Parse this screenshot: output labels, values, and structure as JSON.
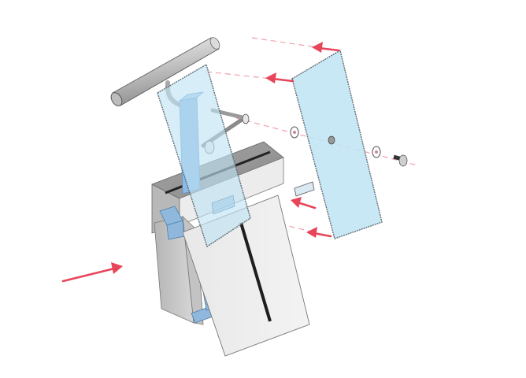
{
  "diagram": {
    "type": "exploded-assembly-illustration",
    "description": "Exploded isometric view of a glass balustrade post with handrail, two glass panels, clamp hardware and cladding box",
    "colors": {
      "background": "#ffffff",
      "arrow": "#e8445a",
      "guide_line": "#f0a0ad",
      "glass": "#bfe4f5",
      "glass_edge": "#6a7a80",
      "metal_light": "#e6e6e6",
      "metal_mid": "#c8c8c8",
      "metal_dark": "#9c9c9c",
      "bracket_blue": "#8fb8dc",
      "seam": "#222222"
    },
    "components": [
      {
        "id": "handrail",
        "label": "Round handrail tube"
      },
      {
        "id": "rail-stem",
        "label": "Handrail support stem"
      },
      {
        "id": "inner-glass-panel",
        "label": "Inner glass panel (mounted)"
      },
      {
        "id": "outer-glass-panel",
        "label": "Outer glass panel (exploded)"
      },
      {
        "id": "post-column",
        "label": "Blue square post"
      },
      {
        "id": "clamp-pin",
        "label": "Clamp pin with cap"
      },
      {
        "id": "washer-1",
        "label": "Washer"
      },
      {
        "id": "glass-spacer",
        "label": "Glass spacer nut"
      },
      {
        "id": "washer-2",
        "label": "Washer"
      },
      {
        "id": "screw",
        "label": "Cap screw"
      },
      {
        "id": "cover-plate",
        "label": "Small cover strip"
      },
      {
        "id": "cladding-box",
        "label": "Cladding housing"
      },
      {
        "id": "front-cladding",
        "label": "Front cladding plate"
      },
      {
        "id": "base-bracket",
        "label": "Blue mounting brackets"
      }
    ],
    "arrows": [
      {
        "id": "arrow-top",
        "direction": "left",
        "note": "outer panel top edge slides toward post"
      },
      {
        "id": "arrow-upper-mid",
        "direction": "left",
        "note": "outer panel top-left corner"
      },
      {
        "id": "arrow-strip",
        "direction": "left",
        "note": "cover strip insertion"
      },
      {
        "id": "arrow-lower",
        "direction": "left",
        "note": "outer panel bottom edge"
      },
      {
        "id": "arrow-front",
        "direction": "right",
        "note": "viewing direction into assembly"
      }
    ]
  }
}
